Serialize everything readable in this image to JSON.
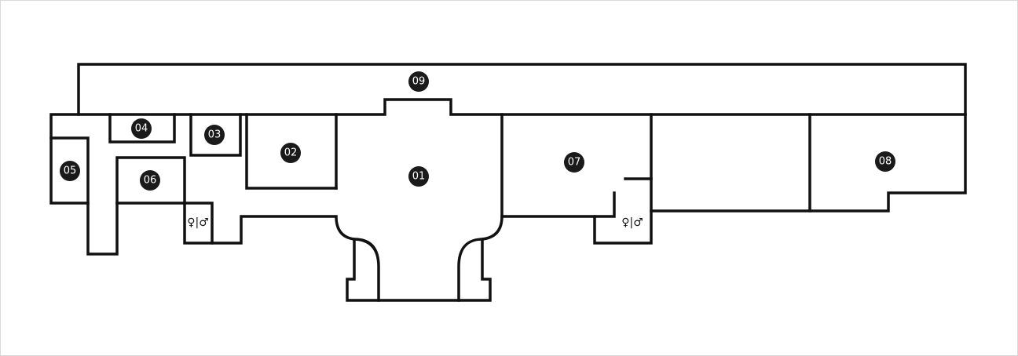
{
  "floorplan": {
    "wall_color": "#111111",
    "marker_color": "#1a1a1a",
    "marker_text_color": "#ffffff",
    "rooms": [
      {
        "label": "01"
      },
      {
        "label": "02"
      },
      {
        "label": "03"
      },
      {
        "label": "04"
      },
      {
        "label": "05"
      },
      {
        "label": "06"
      },
      {
        "label": "07"
      },
      {
        "label": "08"
      },
      {
        "label": "09"
      }
    ],
    "restrooms": [
      {
        "icon": "restroom-icon",
        "glyph": "♀|♂"
      },
      {
        "icon": "restroom-icon",
        "glyph": "♀|♂"
      }
    ]
  }
}
